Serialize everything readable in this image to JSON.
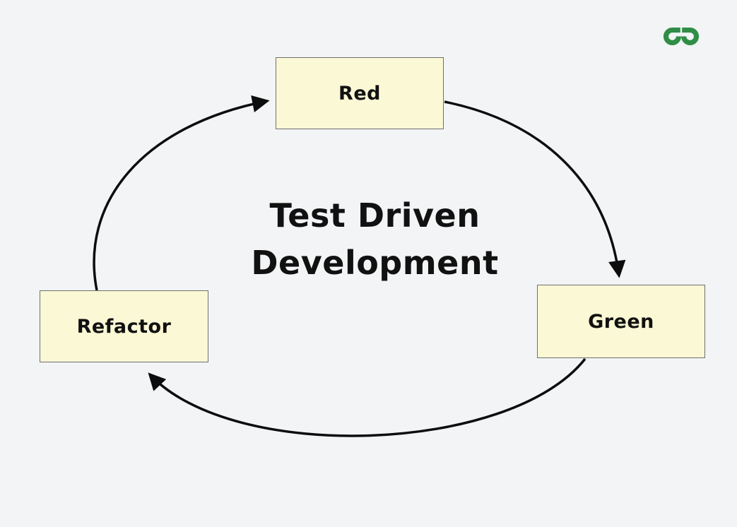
{
  "page": {
    "background_color": "#f2f4f5"
  },
  "logo": {
    "name": "GeeksforGeeks",
    "color": "#2f8d46"
  },
  "diagram": {
    "title_line1": "Test Driven",
    "title_line2": "Development",
    "title_color": "#111111",
    "node_fill": "#fbf8d5",
    "node_border_color": "#6f7070",
    "arrow_color": "#0d0d0d",
    "nodes": [
      {
        "id": "red",
        "label": "Red"
      },
      {
        "id": "green",
        "label": "Green"
      },
      {
        "id": "refactor",
        "label": "Refactor"
      }
    ],
    "edges": [
      {
        "from": "Refactor",
        "to": "Red"
      },
      {
        "from": "Red",
        "to": "Green"
      },
      {
        "from": "Green",
        "to": "Refactor"
      }
    ]
  }
}
